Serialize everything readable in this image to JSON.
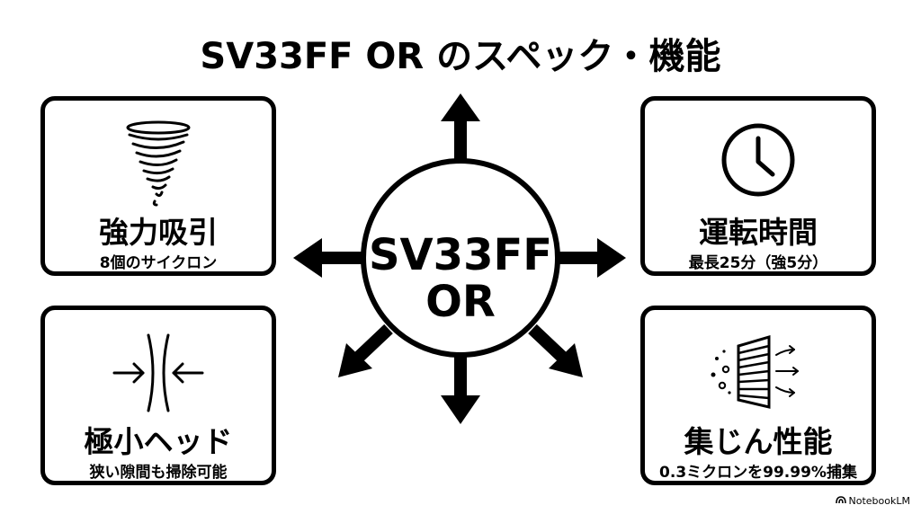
{
  "title": "SV33FF OR のスペック・機能",
  "hub": {
    "line1": "SV33FF",
    "line2": "OR"
  },
  "cards": {
    "suction": {
      "heading": "強力吸引",
      "sub": "8個のサイクロン",
      "icon": "tornado-icon"
    },
    "runtime": {
      "heading": "運転時間",
      "sub": "最長25分（強5分）",
      "icon": "clock-icon"
    },
    "head": {
      "heading": "極小ヘッド",
      "sub": "狭い隙間も掃除可能",
      "icon": "narrow-arrows-icon"
    },
    "filtration": {
      "heading": "集じん性能",
      "sub": "0.3ミクロンを99.99%捕集",
      "icon": "filter-icon"
    }
  },
  "credit": {
    "text": "NotebookLM",
    "icon": "notebooklm-logo-icon"
  }
}
